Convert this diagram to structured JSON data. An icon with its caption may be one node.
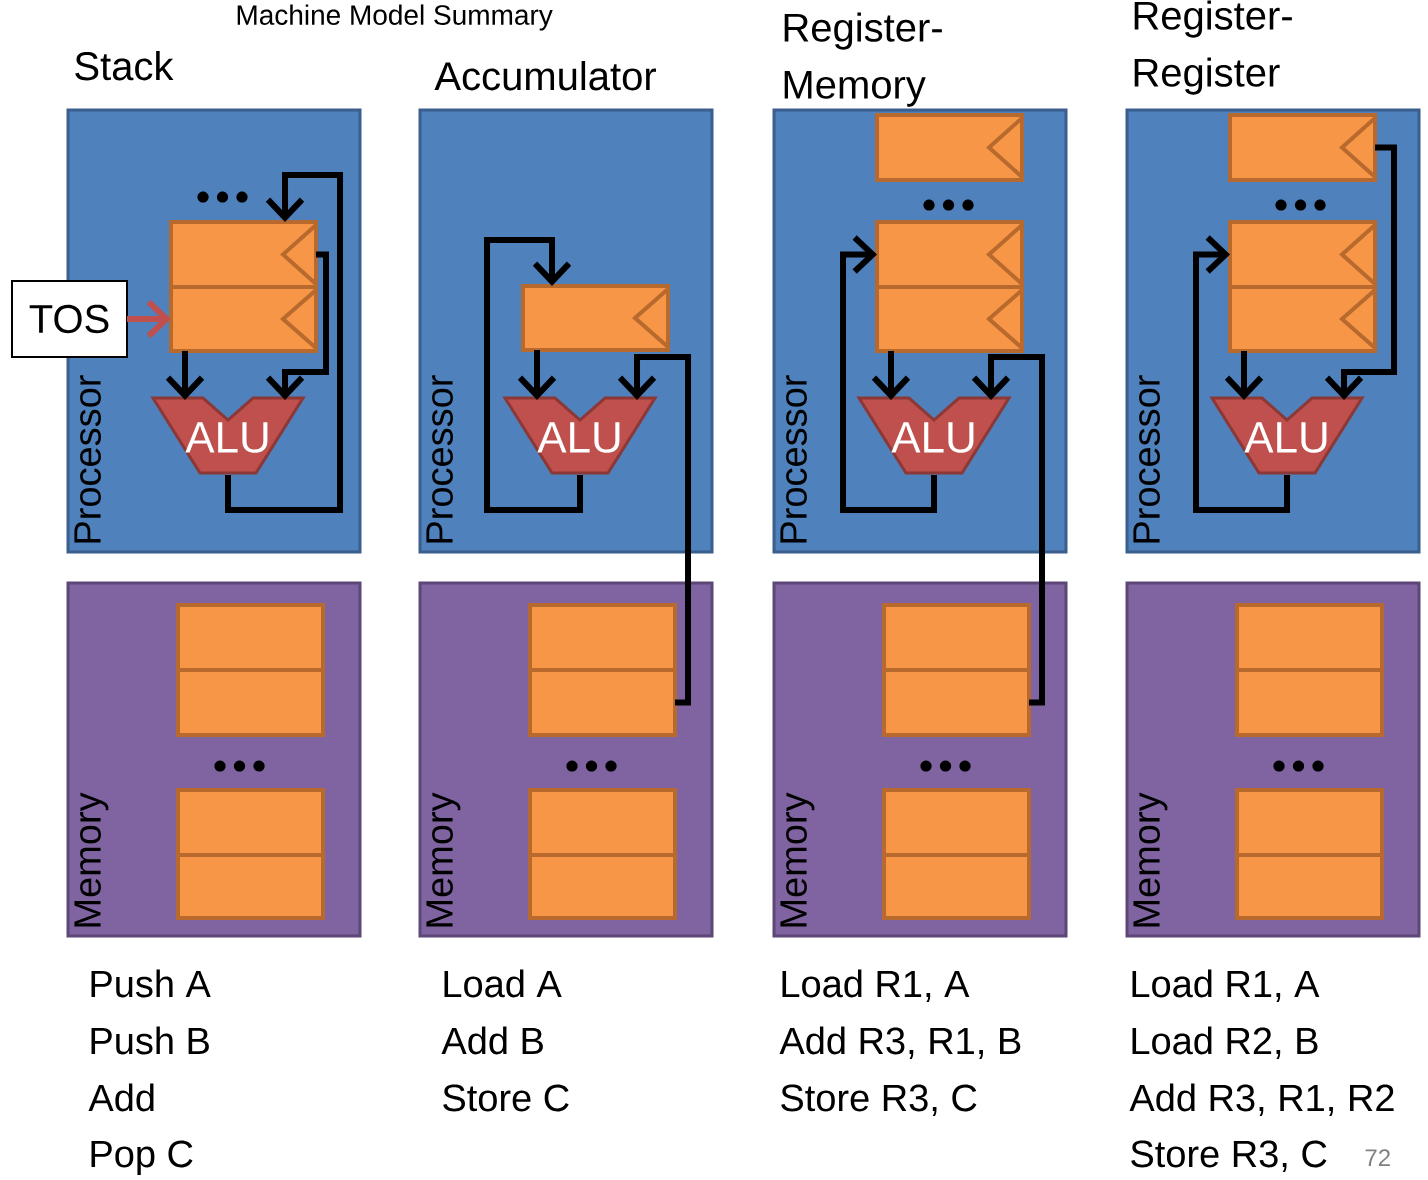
{
  "diagram": {
    "title": "Machine Model Summary",
    "nodes": [
      {
        "text": [
          "Processor"
        ]
      },
      {
        "text": [],
        "shape": "box",
        "in": 0
      },
      {
        "text": [],
        "shape": "box",
        "in": 0
      },
      {
        "text": [
          "ALU"
        ],
        "in": 0
      },
      {
        "text": [
          "TOS"
        ]
      },
      {
        "text": [
          "Memory"
        ]
      },
      {
        "text": [],
        "shape": "box",
        "in": 5
      },
      {
        "text": [],
        "shape": "box",
        "in": 5
      },
      {
        "text": [],
        "shape": "box",
        "in": 5
      },
      {
        "text": [],
        "shape": "box",
        "in": 5
      },
      {
        "text": [
          "Processor"
        ]
      },
      {
        "text": [],
        "shape": "box",
        "in": 10
      },
      {
        "text": [
          "ALU"
        ],
        "in": 10
      },
      {
        "text": [
          "Memory"
        ]
      },
      {
        "text": [],
        "shape": "box",
        "in": 13
      },
      {
        "text": [],
        "shape": "box",
        "in": 13
      },
      {
        "text": [],
        "shape": "box",
        "in": 13
      },
      {
        "text": [],
        "shape": "box",
        "in": 13
      },
      {
        "text": [
          "Processor"
        ]
      },
      {
        "text": [],
        "shape": "box",
        "in": 18
      },
      {
        "text": [],
        "shape": "box",
        "in": 18
      },
      {
        "text": [],
        "shape": "box",
        "in": 18
      },
      {
        "text": [
          "ALU"
        ],
        "in": 18
      },
      {
        "text": [
          "Memory"
        ]
      },
      {
        "text": [],
        "shape": "box",
        "in": 23
      },
      {
        "text": [],
        "shape": "box",
        "in": 23
      },
      {
        "text": [],
        "shape": "box",
        "in": 23
      },
      {
        "text": [],
        "shape": "box",
        "in": 23
      },
      {
        "text": [
          "Processor"
        ]
      },
      {
        "text": [],
        "shape": "box",
        "in": 28
      },
      {
        "text": [],
        "shape": "box",
        "in": 28
      },
      {
        "text": [],
        "shape": "box",
        "in": 28
      },
      {
        "text": [
          "ALU"
        ],
        "in": 28
      },
      {
        "text": [
          "Memory"
        ]
      },
      {
        "text": [],
        "shape": "box",
        "in": 33
      },
      {
        "text": [],
        "shape": "box",
        "in": 33
      },
      {
        "text": [],
        "shape": "box",
        "in": 33
      },
      {
        "text": [],
        "shape": "box",
        "in": 33
      }
    ],
    "edges": [
      {
        "from": 2,
        "to": 3,
        "arrow": "to"
      },
      {
        "from": 1,
        "to": 3,
        "arrow": "to"
      },
      {
        "from": 3,
        "to": 1,
        "arrow": "to"
      },
      {
        "from": 4,
        "to": 2,
        "arrow": "to",
        "color": "#c0504d"
      },
      {
        "from": 11,
        "to": 12,
        "arrow": "to"
      },
      {
        "from": 15,
        "to": 12,
        "arrow": "to"
      },
      {
        "from": 12,
        "to": 11,
        "arrow": "to"
      },
      {
        "from": 21,
        "to": 22,
        "arrow": "to"
      },
      {
        "from": 25,
        "to": 22,
        "arrow": "to"
      },
      {
        "from": 22,
        "to": 20,
        "arrow": "to"
      },
      {
        "from": 31,
        "to": 32,
        "arrow": "to"
      },
      {
        "from": 29,
        "to": 32,
        "arrow": "to"
      },
      {
        "from": 32,
        "to": 30,
        "arrow": "to"
      }
    ],
    "labels": [
      "Stack",
      "Accumulator",
      "Register- Memory",
      "Register- Register",
      "Push A",
      "Push B",
      "Add",
      "Pop C",
      "Load A",
      "Add B",
      "Store C",
      "Load R1, A",
      "Add R3, R1, B",
      "Store R3, C",
      "Load R1, A",
      "Load R2, B",
      "Add R3, R1, R2",
      "Store R3, C",
      "72"
    ]
  }
}
